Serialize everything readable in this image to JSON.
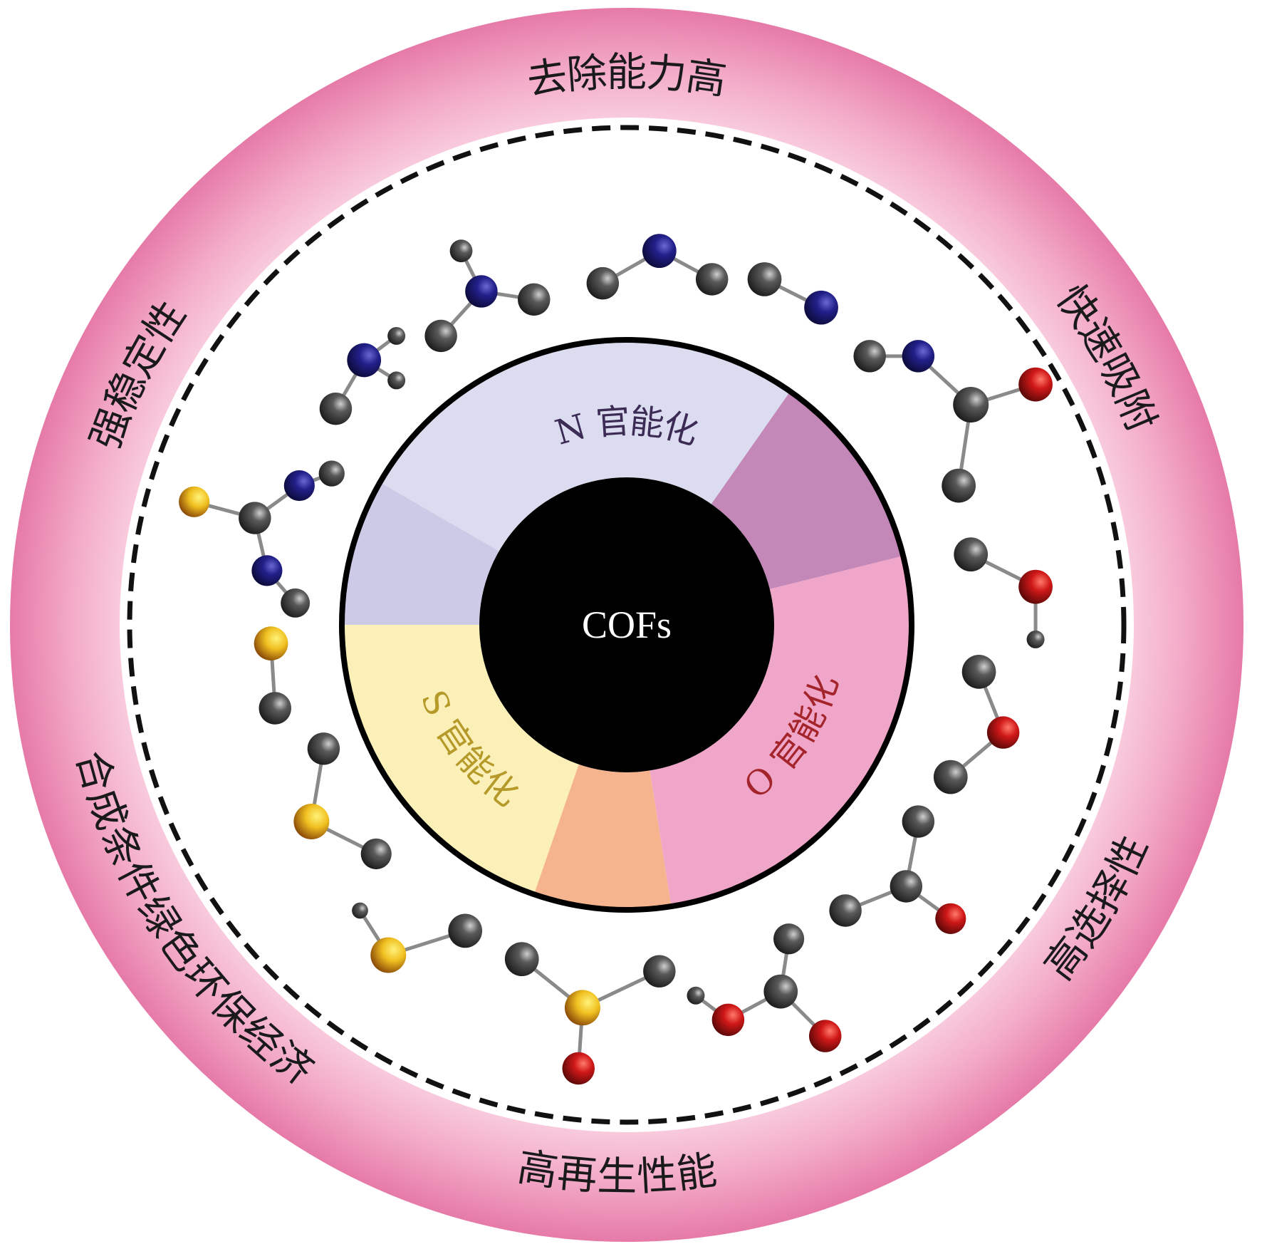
{
  "core": {
    "label": "COFs"
  },
  "functionalization": {
    "n": {
      "label": "N 官能化",
      "color": "#3b2b55"
    },
    "s": {
      "label": "S 官能化",
      "color": "#b59a2a"
    },
    "o": {
      "label": "O 官能化",
      "color": "#a3242a"
    }
  },
  "properties": [
    {
      "label": "去除能力高"
    },
    {
      "label": "快速吸附"
    },
    {
      "label": "高选择性"
    },
    {
      "label": "高再生性能"
    },
    {
      "label": "合成条件绿色环保经济"
    },
    {
      "label": "强稳定性"
    }
  ],
  "atom_colors": {
    "carbon": "#4a4a4a",
    "nitrogen": "#22208a",
    "oxygen": "#c41414",
    "sulfur": "#f0c020"
  }
}
